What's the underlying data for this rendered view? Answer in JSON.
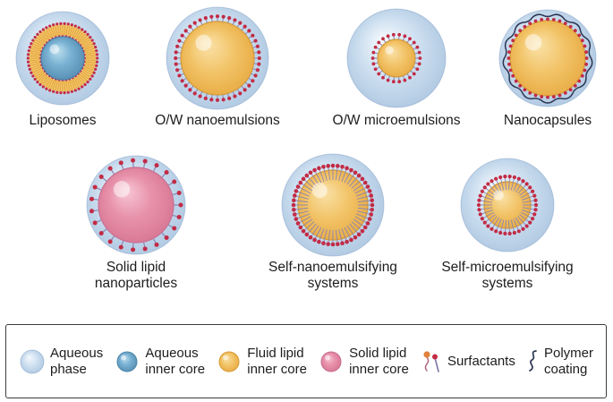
{
  "particles": [
    {
      "label": "Liposomes"
    },
    {
      "label": "O/W nanoemulsions"
    },
    {
      "label": "O/W microemulsions"
    },
    {
      "label": "Nanocapsules"
    },
    {
      "label": "Solid lipid\nnanoparticles"
    },
    {
      "label": "Self-nanoemulsifying\nsystems"
    },
    {
      "label": "Self-microemulsifying\nsystems"
    }
  ],
  "legend": {
    "items": [
      {
        "label": "Aqueous\nphase",
        "icon": "aqueous-phase"
      },
      {
        "label": "Aqueous\ninner core",
        "icon": "aqueous-inner-core"
      },
      {
        "label": "Fluid lipid\ninner core",
        "icon": "fluid-lipid-inner-core"
      },
      {
        "label": "Solid lipid\ninner core",
        "icon": "solid-lipid-inner-core"
      },
      {
        "label": "Surfactants",
        "icon": "surfactants"
      },
      {
        "label": "Polymer\ncoating",
        "icon": "polymer-coating"
      }
    ]
  },
  "colors": {
    "aqueous_phase": "#cddff0",
    "aqueous_inner_core": "#79b1d3",
    "fluid_lipid": "#f2c367",
    "solid_lipid": "#e892ac",
    "surfactant_head": "#c22b45",
    "surfactant_tail": "#8d84b0",
    "polymer": "#2c3552",
    "text": "#1d1d1f",
    "legend_border": "#3c3c3c"
  }
}
